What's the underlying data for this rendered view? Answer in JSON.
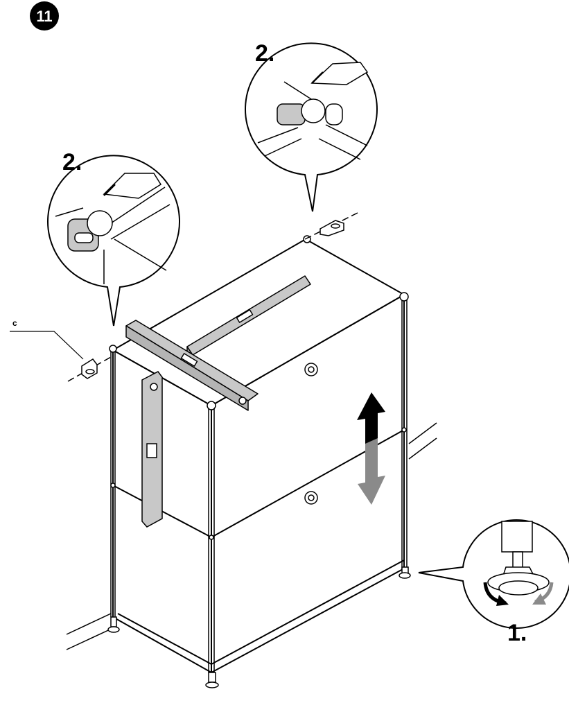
{
  "step_number": "11",
  "labels": {
    "top_callout_step": "2.",
    "left_callout_step": "2.",
    "foot_callout_step": "1.",
    "part_letter": "c"
  },
  "colors": {
    "ink": "#000000",
    "level_fill": "#c8c8c8",
    "arrow_dark": "#000000",
    "arrow_light": "#8a8a8a",
    "paper": "#ffffff"
  }
}
